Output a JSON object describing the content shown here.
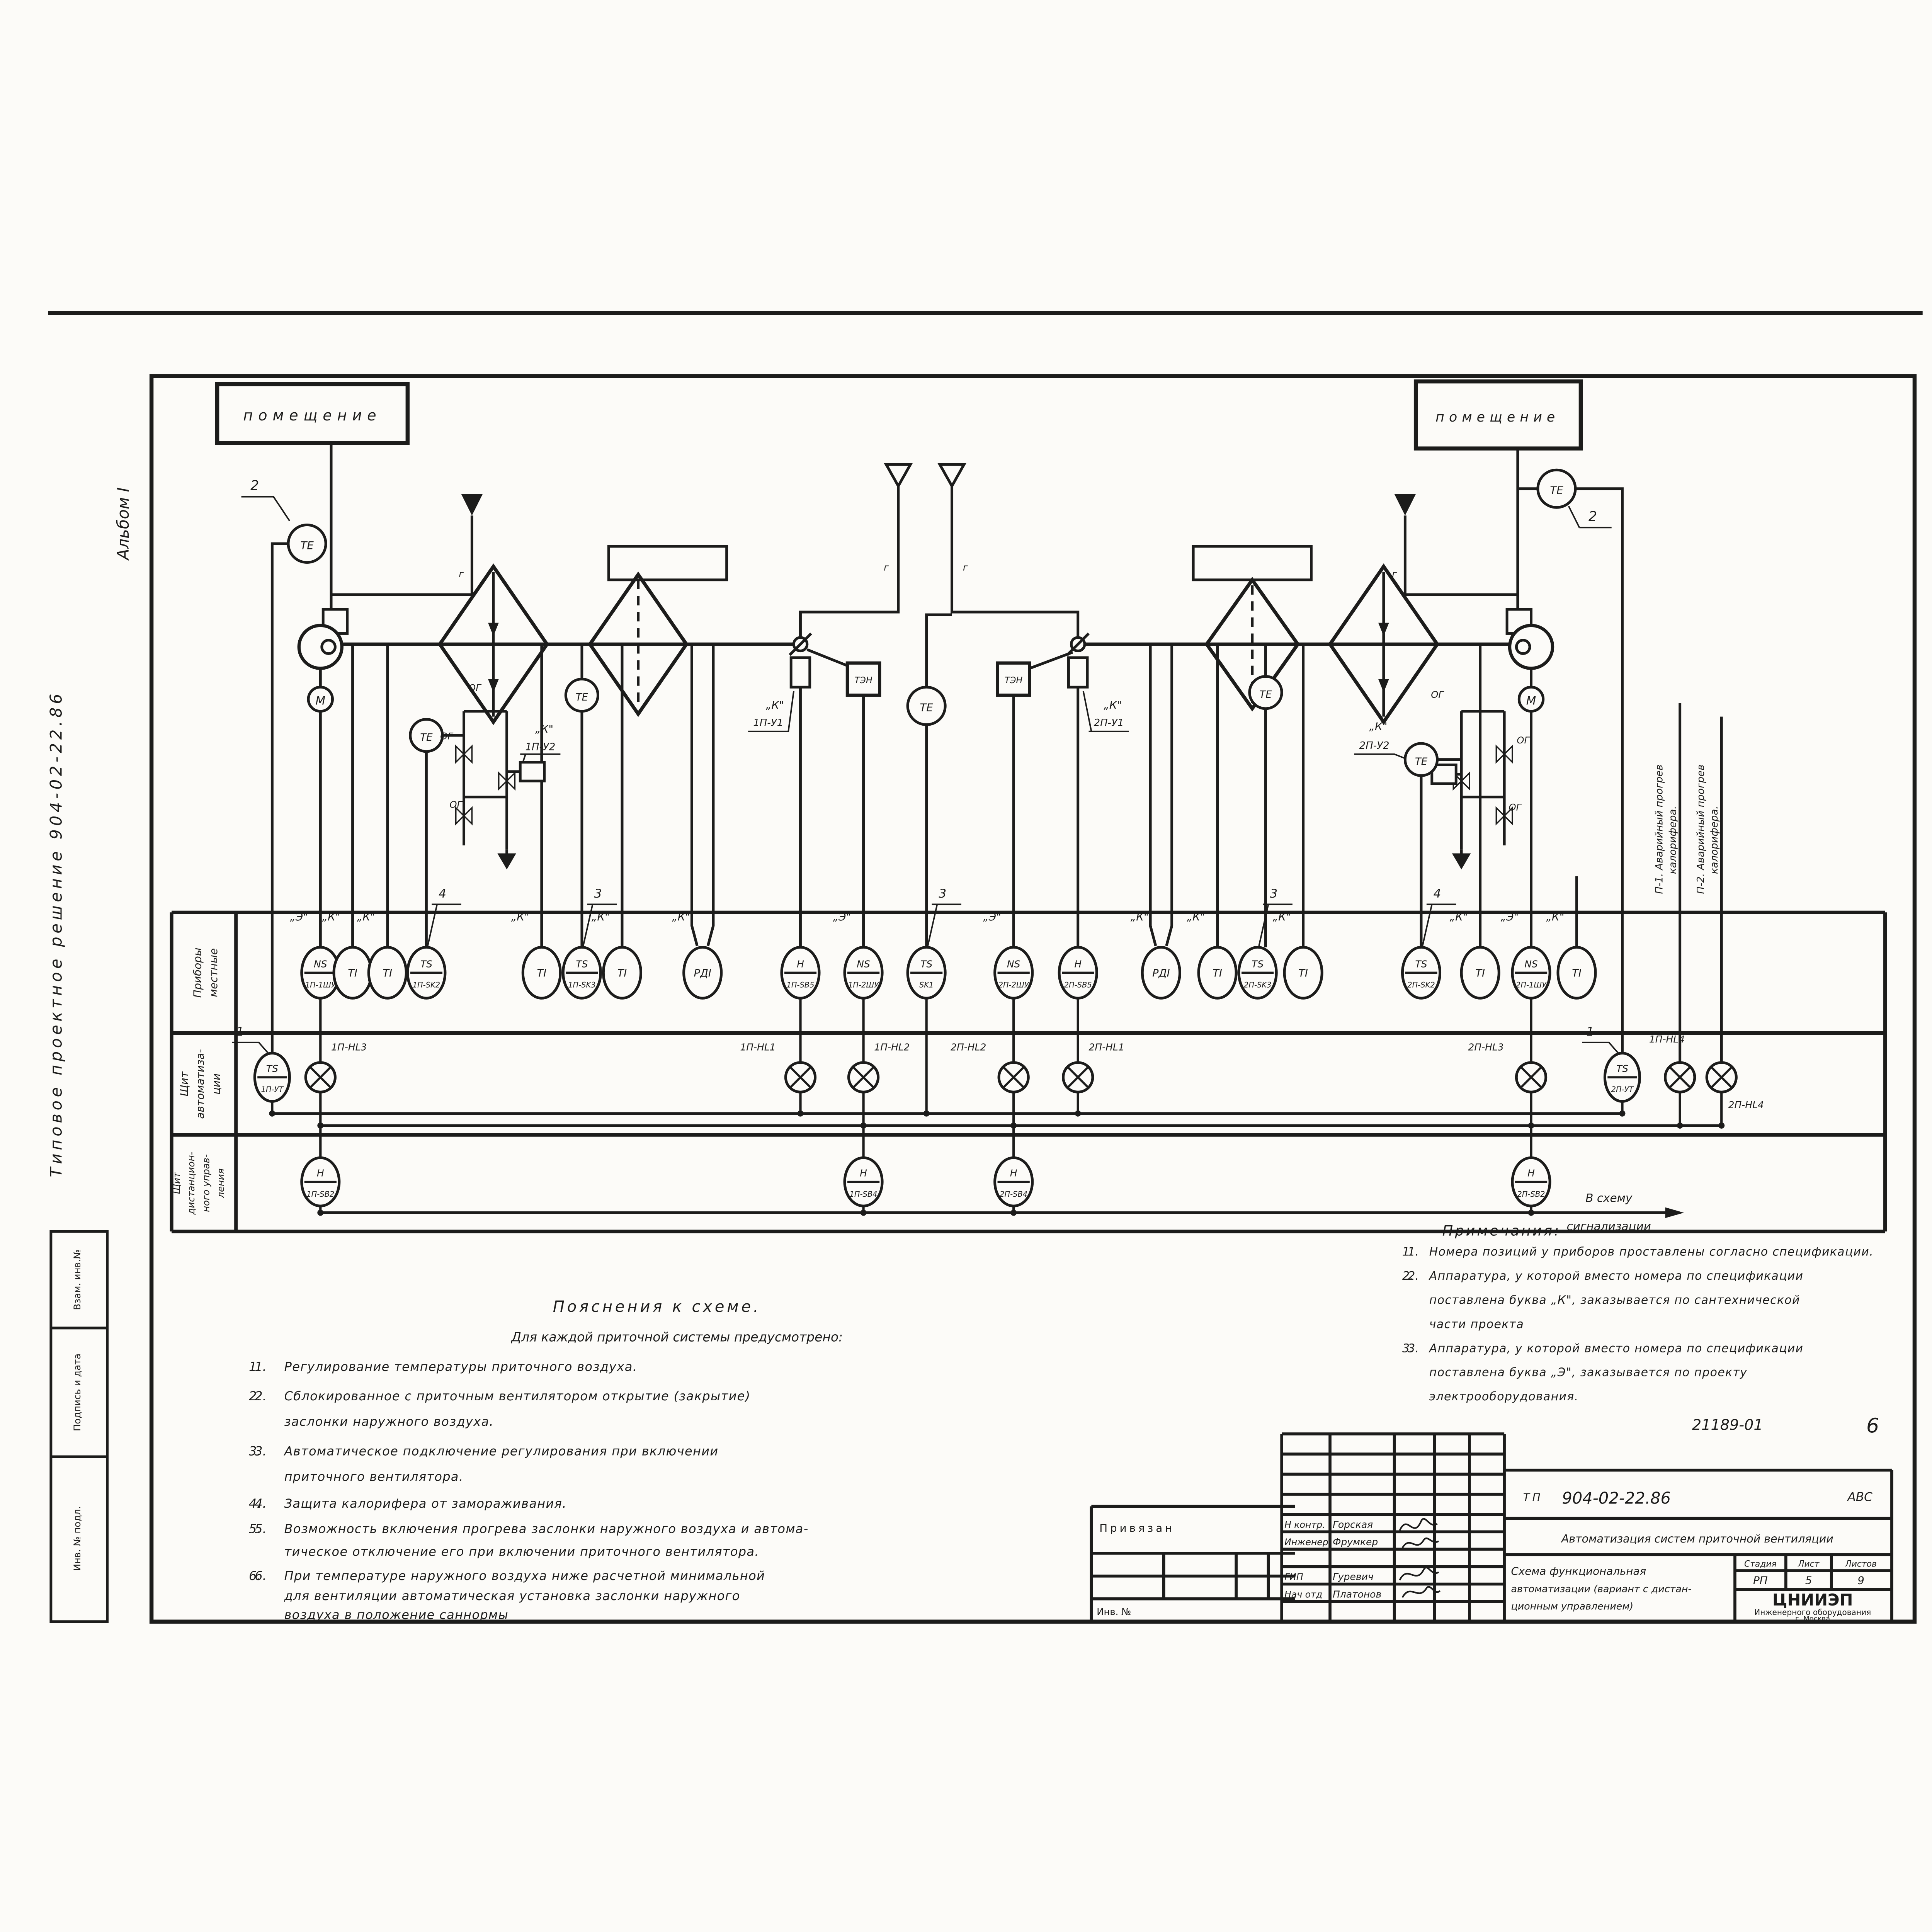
{
  "margin": {
    "album": "Альбом I",
    "series": "Типовое  проектное  решение  904-02-22.86",
    "stamps": [
      "Взам. инв.№",
      "Подпись и дата",
      "Инв. № подл."
    ]
  },
  "header": {
    "doc_no": "21189-01",
    "sheet_no": "6"
  },
  "rooms": {
    "left": "помещение",
    "right": "помещение"
  },
  "symbols": {
    "te": "ТЕ",
    "motor": "М",
    "ten": "ТЭН",
    "og": "ОГ",
    "g": "г",
    "callout_room": "2"
  },
  "actuators": {
    "u1_left": {
      "q": "„К\"",
      "tag": "1П-У1"
    },
    "u2_left": {
      "q": "„К\"",
      "tag": "1П-У2"
    },
    "u1_right": {
      "q": "„К\"",
      "tag": "2П-У1"
    },
    "u2_right": {
      "q": "„К\"",
      "tag": "2П-У2"
    }
  },
  "emergency_notes": {
    "p1": [
      "П-1. Аварийный прогрев",
      "калорифера."
    ],
    "p2": [
      "П-2. Аварийный прогрев",
      "калорифера."
    ]
  },
  "signal_note": [
    "В схему",
    "сигнализации"
  ],
  "bands": {
    "b1": [
      "Приборы",
      "местные"
    ],
    "b2": [
      "Щит",
      "автоматиза-",
      "ции"
    ],
    "b3": [
      "Щит",
      "дистанцион-",
      "ного управ-",
      "ления"
    ]
  },
  "instruments": {
    "row1": [
      {
        "x": 239,
        "top": "NS",
        "bot": "1П-1ШУ",
        "q": "„Э\""
      },
      {
        "x": 263,
        "top": "TI",
        "q": "„К\""
      },
      {
        "x": 289,
        "top": "TI",
        "q": "„К\""
      },
      {
        "x": 318,
        "top": "TS",
        "bot": "1П-SK2",
        "call": "4"
      },
      {
        "x": 404,
        "top": "TI",
        "q": "„К\""
      },
      {
        "x": 434,
        "top": "TS",
        "bot": "1П-SK3",
        "call": "3"
      },
      {
        "x": 464,
        "top": "TI",
        "q": "„К\""
      },
      {
        "x": 524,
        "top": "РДI",
        "q": "„К\""
      },
      {
        "x": 597,
        "top": "Н",
        "bot": "1П-SB5"
      },
      {
        "x": 644,
        "top": "NS",
        "bot": "1П-2ШУ",
        "q": "„Э\""
      },
      {
        "x": 691,
        "top": "TS",
        "bot": "SK1",
        "call": "3"
      },
      {
        "x": 756,
        "top": "NS",
        "bot": "2П-2ШУ",
        "q": "„Э\""
      },
      {
        "x": 804,
        "top": "Н",
        "bot": "2П-SB5"
      },
      {
        "x": 866,
        "top": "РДI",
        "q": "„К\""
      },
      {
        "x": 908,
        "top": "TI",
        "q": "„К\""
      },
      {
        "x": 938,
        "top": "TS",
        "bot": "2П-SK3",
        "call": "3"
      },
      {
        "x": 972,
        "top": "TI",
        "q": "„К\""
      },
      {
        "x": 1060,
        "top": "TS",
        "bot": "2П-SK2",
        "call": "4"
      },
      {
        "x": 1104,
        "top": "TI",
        "q": "„К\""
      },
      {
        "x": 1142,
        "top": "NS",
        "bot": "2П-1ШУ",
        "q": "„Э\""
      },
      {
        "x": 1176,
        "top": "TI",
        "q": "„К\""
      }
    ],
    "row2": [
      {
        "x": 203,
        "kind": "ts",
        "top": "TS",
        "bot": "1П-УТ",
        "call": "1"
      },
      {
        "x": 239,
        "kind": "lamp",
        "label": "1П-HL3",
        "lx": 247,
        "ly": 565,
        "bus": 621
      },
      {
        "x": 597,
        "kind": "lamp",
        "label": "1П-HL1",
        "lx": 552,
        "ly": 565,
        "bus": 612
      },
      {
        "x": 644,
        "kind": "lamp",
        "label": "1П-HL2",
        "lx": 652,
        "ly": 565,
        "bus": 621
      },
      {
        "x": 756,
        "kind": "lamp",
        "label": "2П-HL2",
        "lx": 709,
        "ly": 565,
        "bus": 621
      },
      {
        "x": 804,
        "kind": "lamp",
        "label": "2П-HL1",
        "lx": 812,
        "ly": 565,
        "bus": 612
      },
      {
        "x": 1142,
        "kind": "lamp",
        "label": "2П-HL3",
        "lx": 1095,
        "ly": 565,
        "bus": 621
      },
      {
        "x": 1210,
        "kind": "ts",
        "top": "TS",
        "bot": "2П-УТ",
        "call": "1"
      },
      {
        "x": 1253,
        "kind": "lamp",
        "label": "1П-HL4",
        "lx": 1230,
        "ly": 559,
        "bus": 621
      },
      {
        "x": 1284,
        "kind": "lamp",
        "label": "2П-HL4",
        "lx": 1289,
        "ly": 608,
        "bus": 621
      }
    ],
    "row3": [
      {
        "x": 239,
        "top": "Н",
        "bot": "1П-SB2"
      },
      {
        "x": 644,
        "top": "Н",
        "bot": "1П-SB4"
      },
      {
        "x": 756,
        "top": "Н",
        "bot": "2П-SB4"
      },
      {
        "x": 1142,
        "top": "Н",
        "bot": "2П-SB2"
      }
    ]
  },
  "explanations": {
    "title": "Пояснения   к   схеме.",
    "intro": "Для  каждой  приточной  системы  предусмотрено:",
    "items": [
      [
        "Регулирование  температуры     приточного  воздуха."
      ],
      [
        "Сблокированное  с  приточным  вентилятором  открытие (закрытие)",
        "заслонки  наружного  воздуха."
      ],
      [
        "Автоматическое   подключение  регулирования  при  включении",
        "приточного  вентилятора."
      ],
      [
        "Защита  калорифера  от  замораживания."
      ],
      [
        "Возможность  включения  прогрева  заслонки  наружного  воздуха и автома-",
        "тическое отключение  его  при  включении   приточного  вентилятора."
      ],
      [
        "При  температуре  наружного  воздуха  ниже  расчетной  минимальной",
        "для  вентиляции  автоматическая   установка  заслонки  наружного",
        "воздуха  в  положение    саннормы"
      ]
    ]
  },
  "notes": {
    "title": "Примечания:",
    "items": [
      [
        "Номера позиций  у приборов  проставлены согласно спецификации."
      ],
      [
        "Аппаратура,  у которой  вместо  номера  по  спецификации",
        "поставлена  буква „К\", заказывается  по  сантехнической",
        "части  проекта"
      ],
      [
        "Аппаратура,  у которой  вместо  номера  по  спецификации",
        "поставлена  буква „Э\", заказывается   по  проекту",
        "электрооборудования."
      ]
    ]
  },
  "title_block": {
    "tp": "ТП",
    "number": "904-02-22.86",
    "code": "АВС",
    "title": "Автоматизация систем приточной вентиляции",
    "subtitle": [
      "Схема функциональная",
      "автоматизации (вариант с дистан-",
      "ционным управлением)"
    ],
    "stage_h": "Стадия",
    "sheet_h": "Лист",
    "sheets_h": "Листов",
    "stage": "РП",
    "sheet": "5",
    "sheets": "9",
    "org": [
      "ЦНИИЭП",
      "Инженерного оборудования",
      "г. Москва"
    ],
    "bound": "Привязан",
    "inv": "Инв. №",
    "roles": [
      {
        "role": "Н контр.",
        "name": "Горская"
      },
      {
        "role": "Инженер",
        "name": "Фрумкер"
      },
      {
        "role": "ГИП",
        "name": "Гуревич"
      },
      {
        "role": "Нач отд",
        "name": "Платонов"
      }
    ]
  }
}
